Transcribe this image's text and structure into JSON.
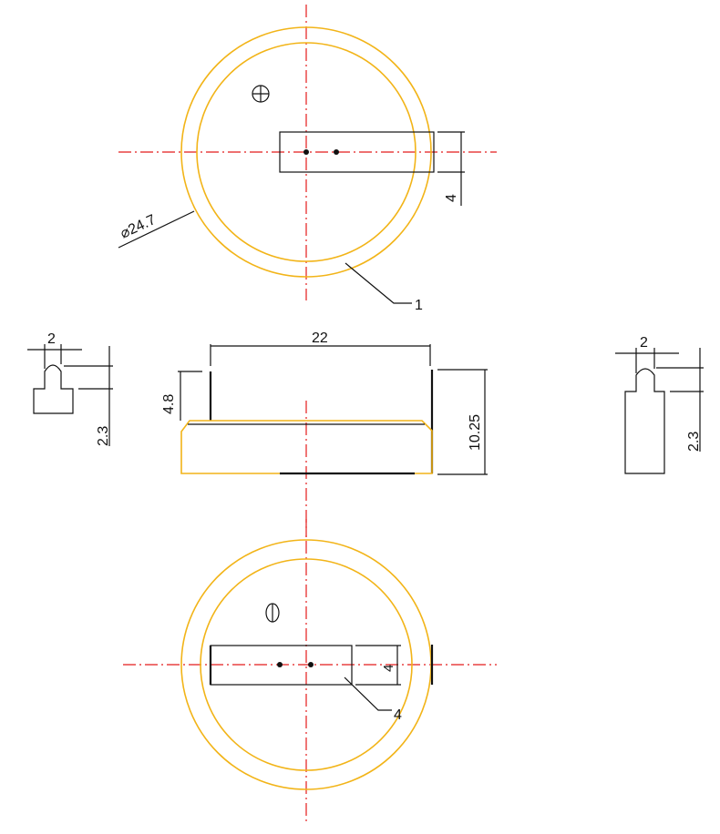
{
  "drawing": {
    "top_view": {
      "diameter_label": "⌀24.7",
      "callout_1": "1",
      "height_dim": "4",
      "symbol": "plus-terminal"
    },
    "side_view": {
      "width_dim": "22",
      "pin_height_dim": "4.8",
      "total_height_dim": "10.25"
    },
    "left_detail": {
      "width_dim": "2",
      "height_dim": "2.3"
    },
    "right_detail": {
      "width_dim": "2",
      "height_dim": "2.3"
    },
    "bottom_view": {
      "height_dim": "4",
      "callout_4": "4",
      "symbol": "minus-terminal"
    },
    "colors": {
      "outline": "#f2b418",
      "centerline": "#e41a1a",
      "line": "#111111"
    }
  }
}
